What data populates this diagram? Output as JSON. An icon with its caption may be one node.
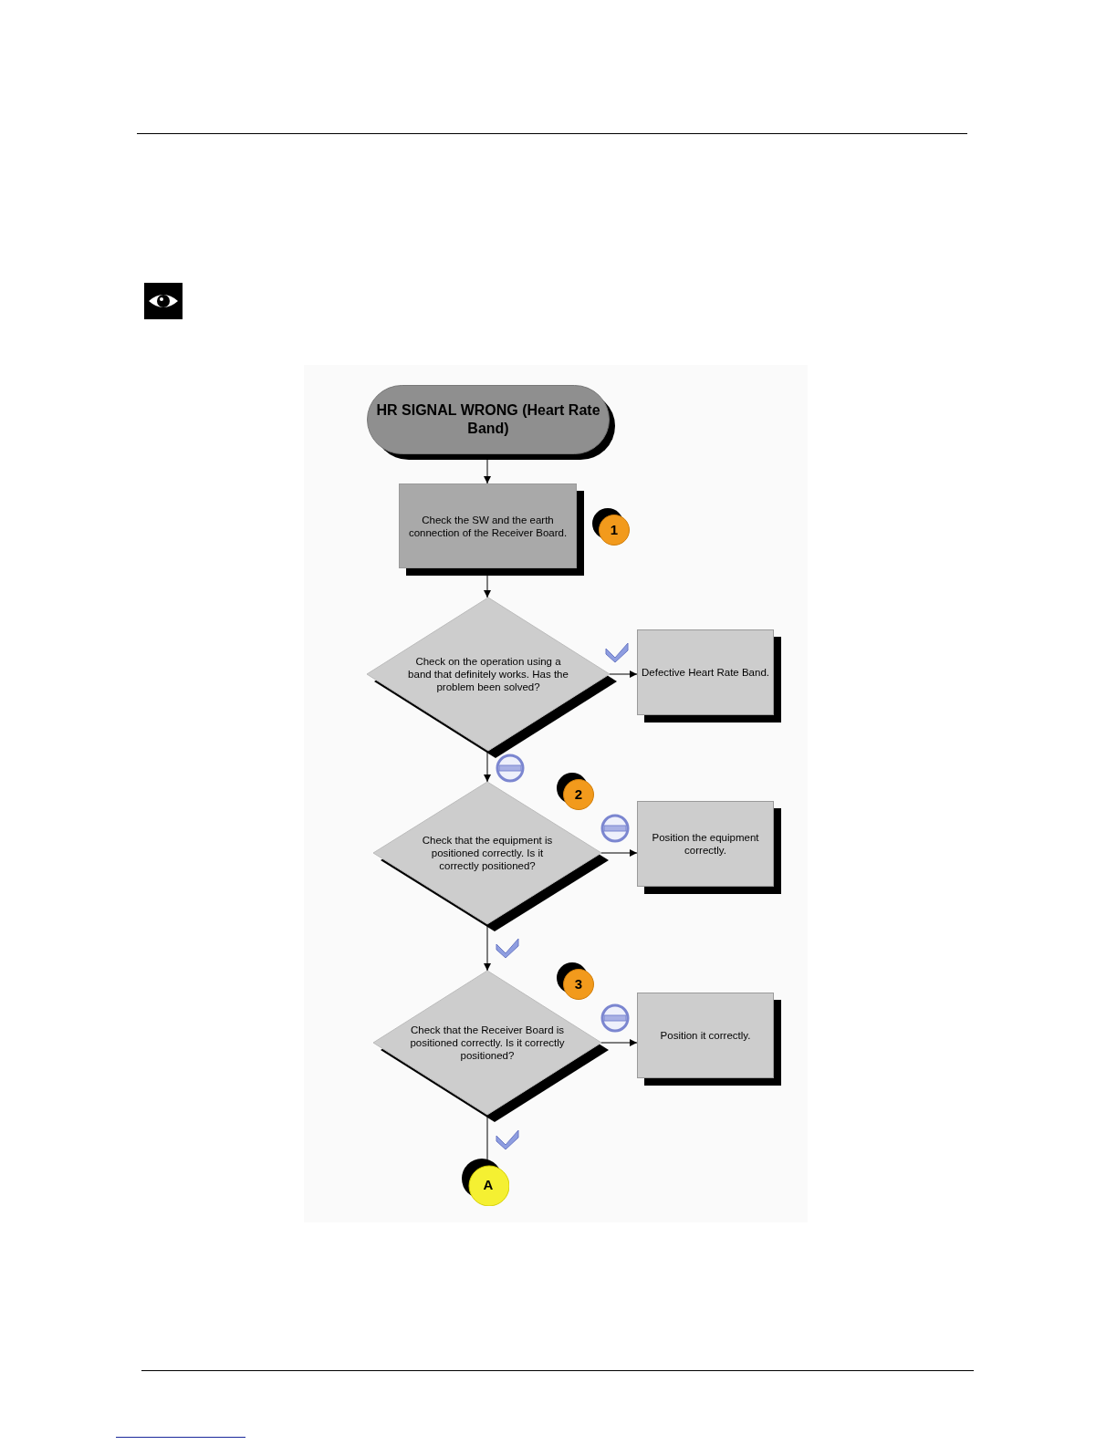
{
  "diagram": {
    "nodes": [
      {
        "text": [
          "HR SIGNAL WRONG (Heart Rate Band)"
        ]
      },
      {
        "text": [
          "Check the SW and the earth connection of the Receiver Board."
        ]
      },
      {
        "text": [
          "Check on the operation using a band that definitely works. Has the problem been solved?"
        ]
      },
      {
        "text": [
          "Defective Heart Rate Band."
        ]
      },
      {
        "text": [
          "Check that the equipment is positioned correctly. Is it correctly positioned?"
        ]
      },
      {
        "text": [
          "Position the equipment correctly."
        ]
      },
      {
        "text": [
          "Check that the Receiver Board is positioned correctly. Is it correctly positioned?"
        ]
      },
      {
        "text": [
          "Position it correctly."
        ]
      },
      {
        "text": [
          "A"
        ]
      }
    ],
    "edges": [
      {
        "from": 0,
        "to": 1,
        "arrow": "to"
      },
      {
        "from": 1,
        "to": 2,
        "arrow": "to"
      },
      {
        "from": 2,
        "to": 3,
        "arrow": "to"
      },
      {
        "from": 2,
        "to": 4,
        "arrow": "to"
      },
      {
        "from": 4,
        "to": 5,
        "arrow": "to"
      },
      {
        "from": 4,
        "to": 6,
        "arrow": "to"
      },
      {
        "from": 6,
        "to": 7,
        "arrow": "to"
      },
      {
        "from": 6,
        "to": 8,
        "arrow": "none"
      }
    ],
    "labels": [
      "1",
      "2",
      "3"
    ]
  }
}
